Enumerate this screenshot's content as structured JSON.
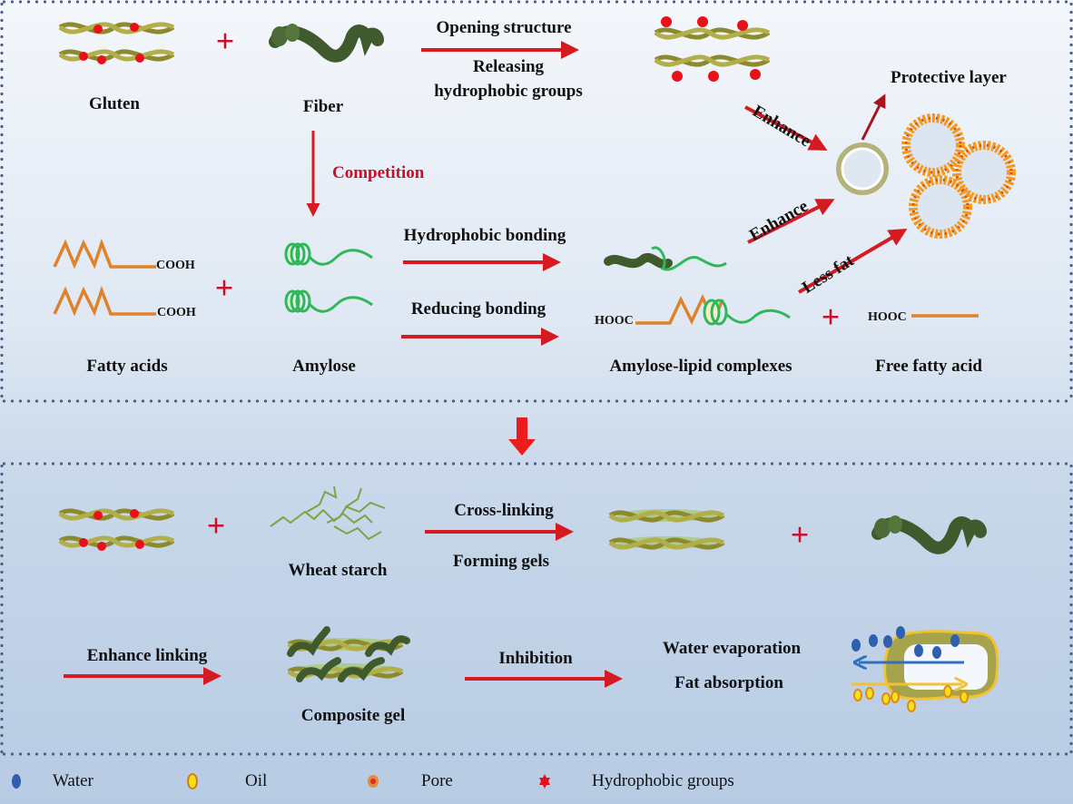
{
  "top_panel": {
    "gluten_label": "Gluten",
    "fiber_label": "Fiber",
    "arrow_open_top": "Opening structure",
    "arrow_open_bottom_1": "Releasing",
    "arrow_open_bottom_2": "hydrophobic groups",
    "competition_label": "Competition",
    "protective_layer_label": "Protective layer",
    "enhance_upper": "Enhance",
    "enhance_lower": "Enhance",
    "less_fat": "Less fat",
    "fatty_acids_label": "Fatty acids",
    "cooh_1": "COOH",
    "cooh_2": "COOH",
    "amylose_label": "Amylose",
    "hydrophobic_bonding": "Hydrophobic bonding",
    "reducing_bonding": "Reducing bonding",
    "hooc_complex": "HOOC",
    "amylose_lipid_label": "Amylose-lipid complexes",
    "hooc_free": "HOOC",
    "free_fatty_acid_label": "Free fatty acid"
  },
  "bottom_panel": {
    "wheat_starch_label": "Wheat starch",
    "cross_linking": "Cross-linking",
    "forming_gels": "Forming gels",
    "enhance_linking": "Enhance linking",
    "composite_gel_label": "Composite gel",
    "inhibition": "Inhibition",
    "water_evaporation": "Water evaporation",
    "fat_absorption": "Fat absorption"
  },
  "legend": [
    {
      "icon": "water-drop-icon",
      "label": "Water",
      "color": "#2f5fb0"
    },
    {
      "icon": "oil-drop-icon",
      "label": "Oil",
      "color": "#f5e11a"
    },
    {
      "icon": "pore-icon",
      "label": "Pore",
      "color": "#e2262a"
    },
    {
      "icon": "hydrophobic-group-icon",
      "label": "Hydrophobic groups",
      "color": "#e8101a"
    }
  ],
  "colors": {
    "arrow_red": "#d51a22",
    "gluten_olive": "#9c9a3a",
    "fiber_green": "#3f5a2c",
    "amylose_green": "#2fb85a",
    "fatty_orange": "#e0822a",
    "dots_border": "#4a6088"
  }
}
